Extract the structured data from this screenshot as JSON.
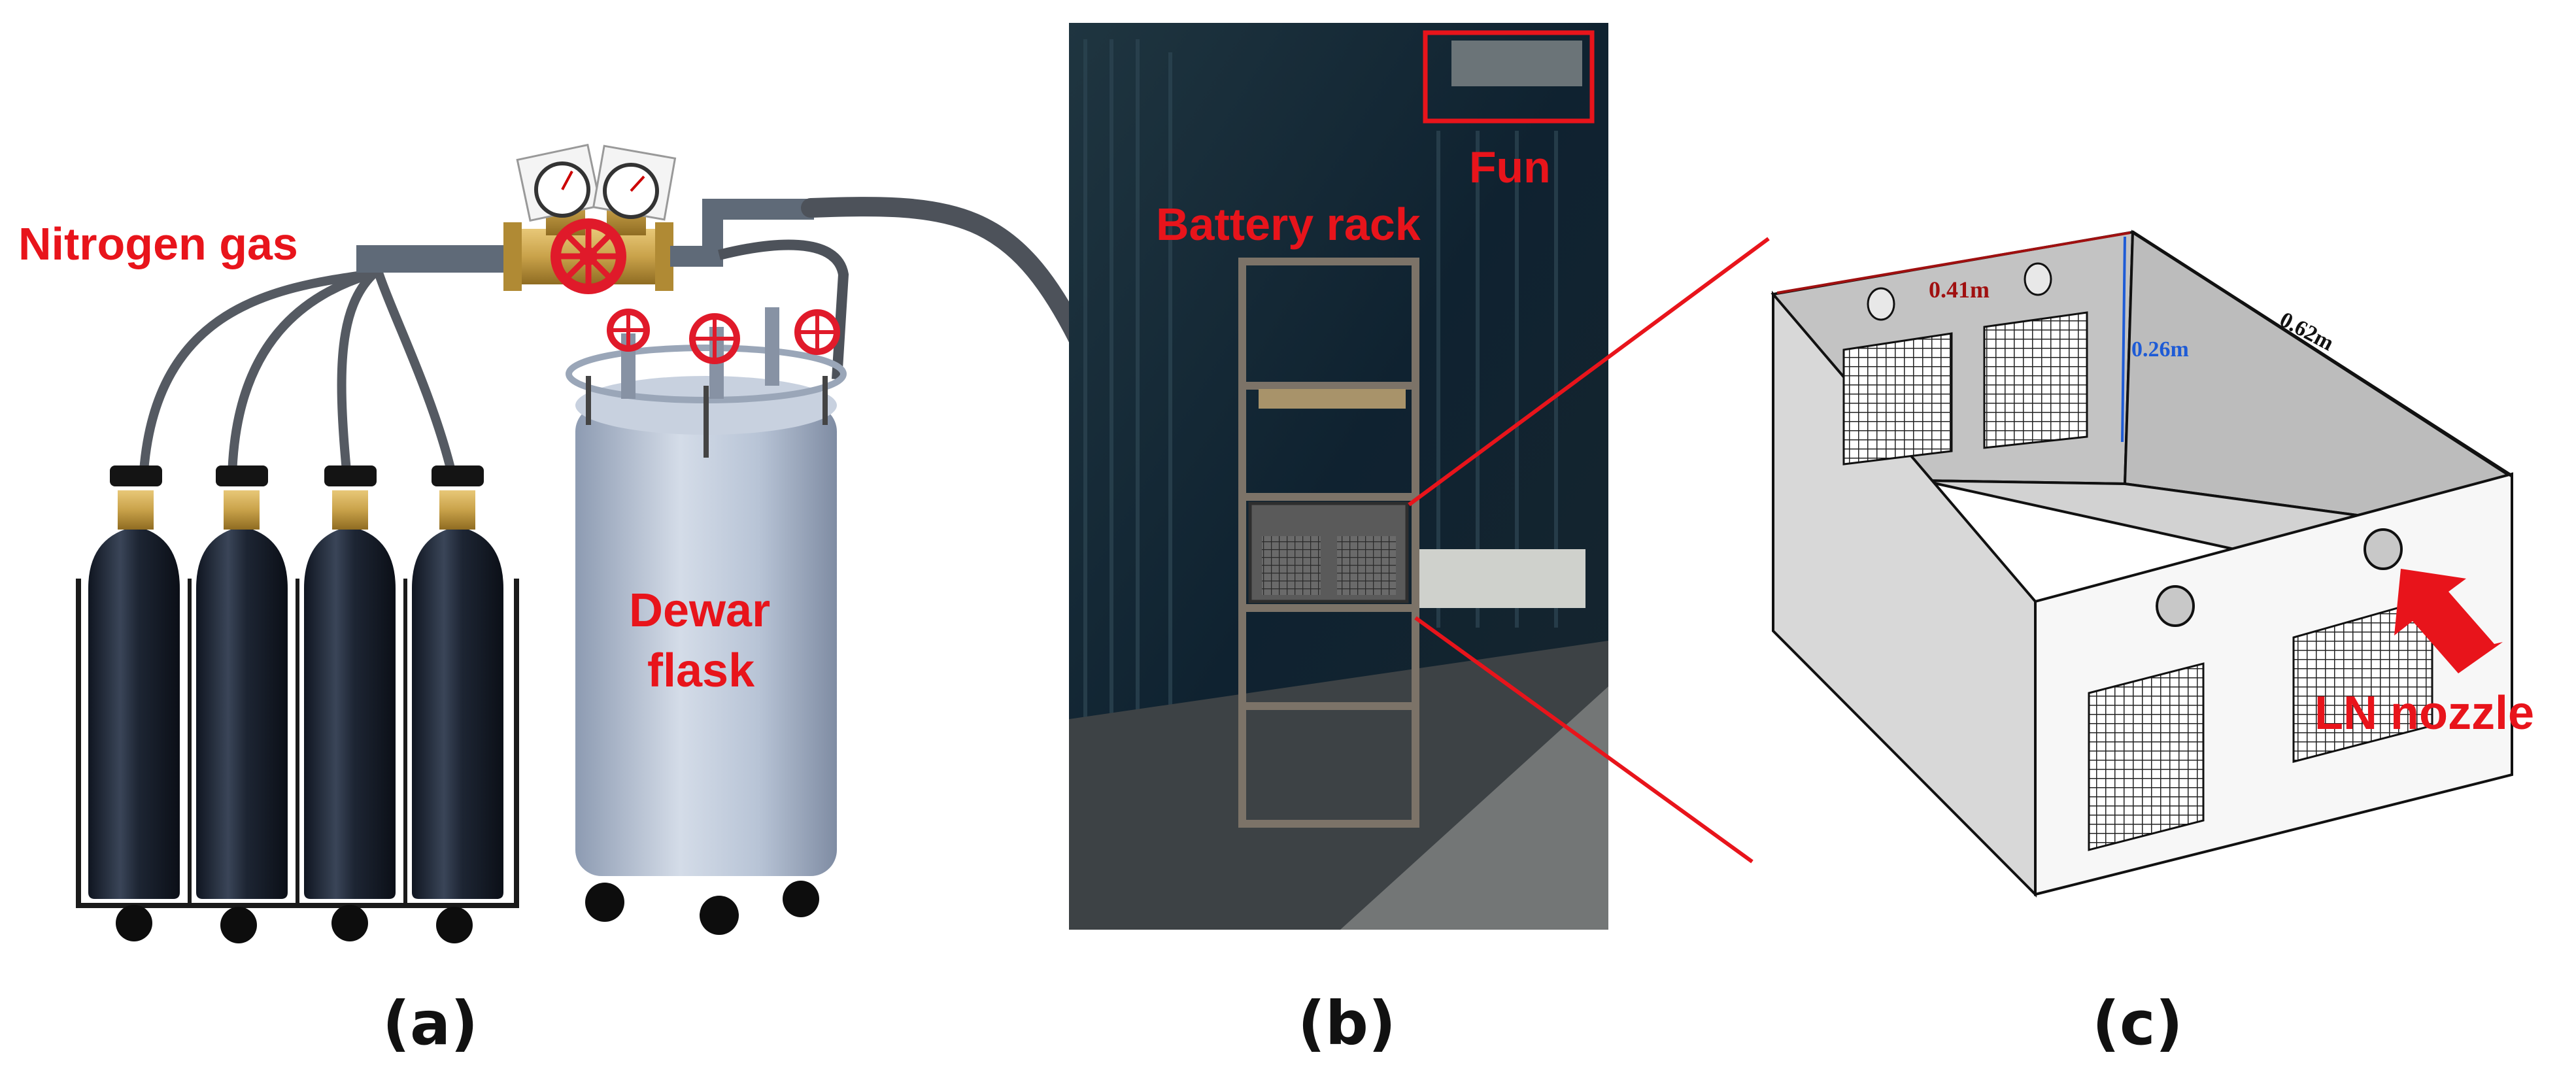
{
  "panel_a": {
    "caption": "(a)",
    "label_nitrogen_gas": "Nitrogen gas",
    "label_dewar_line1": "Dewar",
    "label_dewar_line2": "flask"
  },
  "panel_b": {
    "caption": "(b)",
    "label_fun": "Fun",
    "label_battery_rack": "Battery rack"
  },
  "panel_c": {
    "caption": "(c)",
    "dim_length": "0.41m",
    "dim_height": "0.26m",
    "dim_depth": "0.62m",
    "label_ln_nozzle": "LN nozzle"
  },
  "colors": {
    "label_red": "#e8141b",
    "cylinder_dark": "#1d2533",
    "dewar_body": "#b8c4d6",
    "valve_red": "#e01a2a",
    "brass": "#c9a24a",
    "dim_dark_red": "#a01010",
    "dim_blue": "#1e5bd6"
  }
}
